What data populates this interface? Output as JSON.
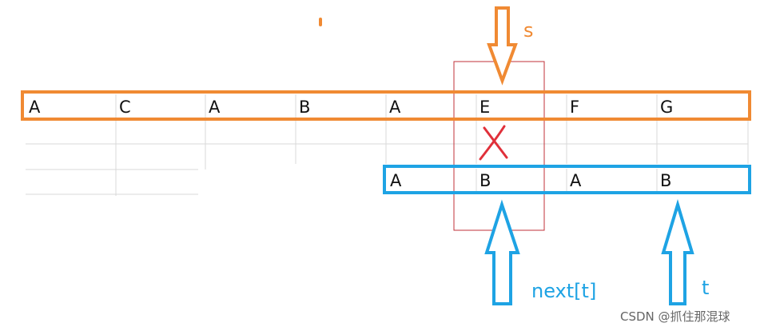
{
  "colors": {
    "orange": "#f08a33",
    "blue": "#1ea3e4",
    "red": "#e0303a",
    "grid": "#d9d9d9",
    "highlight_box": "#c0303a"
  },
  "s_row": [
    "A",
    "C",
    "A",
    "B",
    "A",
    "E",
    "F",
    "G"
  ],
  "t_row": [
    "A",
    "B",
    "A",
    "B"
  ],
  "labels": {
    "s": "s",
    "next": "next[t]",
    "t": "t",
    "mismatch": "X"
  },
  "watermark": "CSDN @抓住那混球",
  "icons": {
    "s_arrow": "down-arrow-icon",
    "next_arrow": "up-arrow-icon",
    "t_arrow": "up-arrow-icon"
  }
}
